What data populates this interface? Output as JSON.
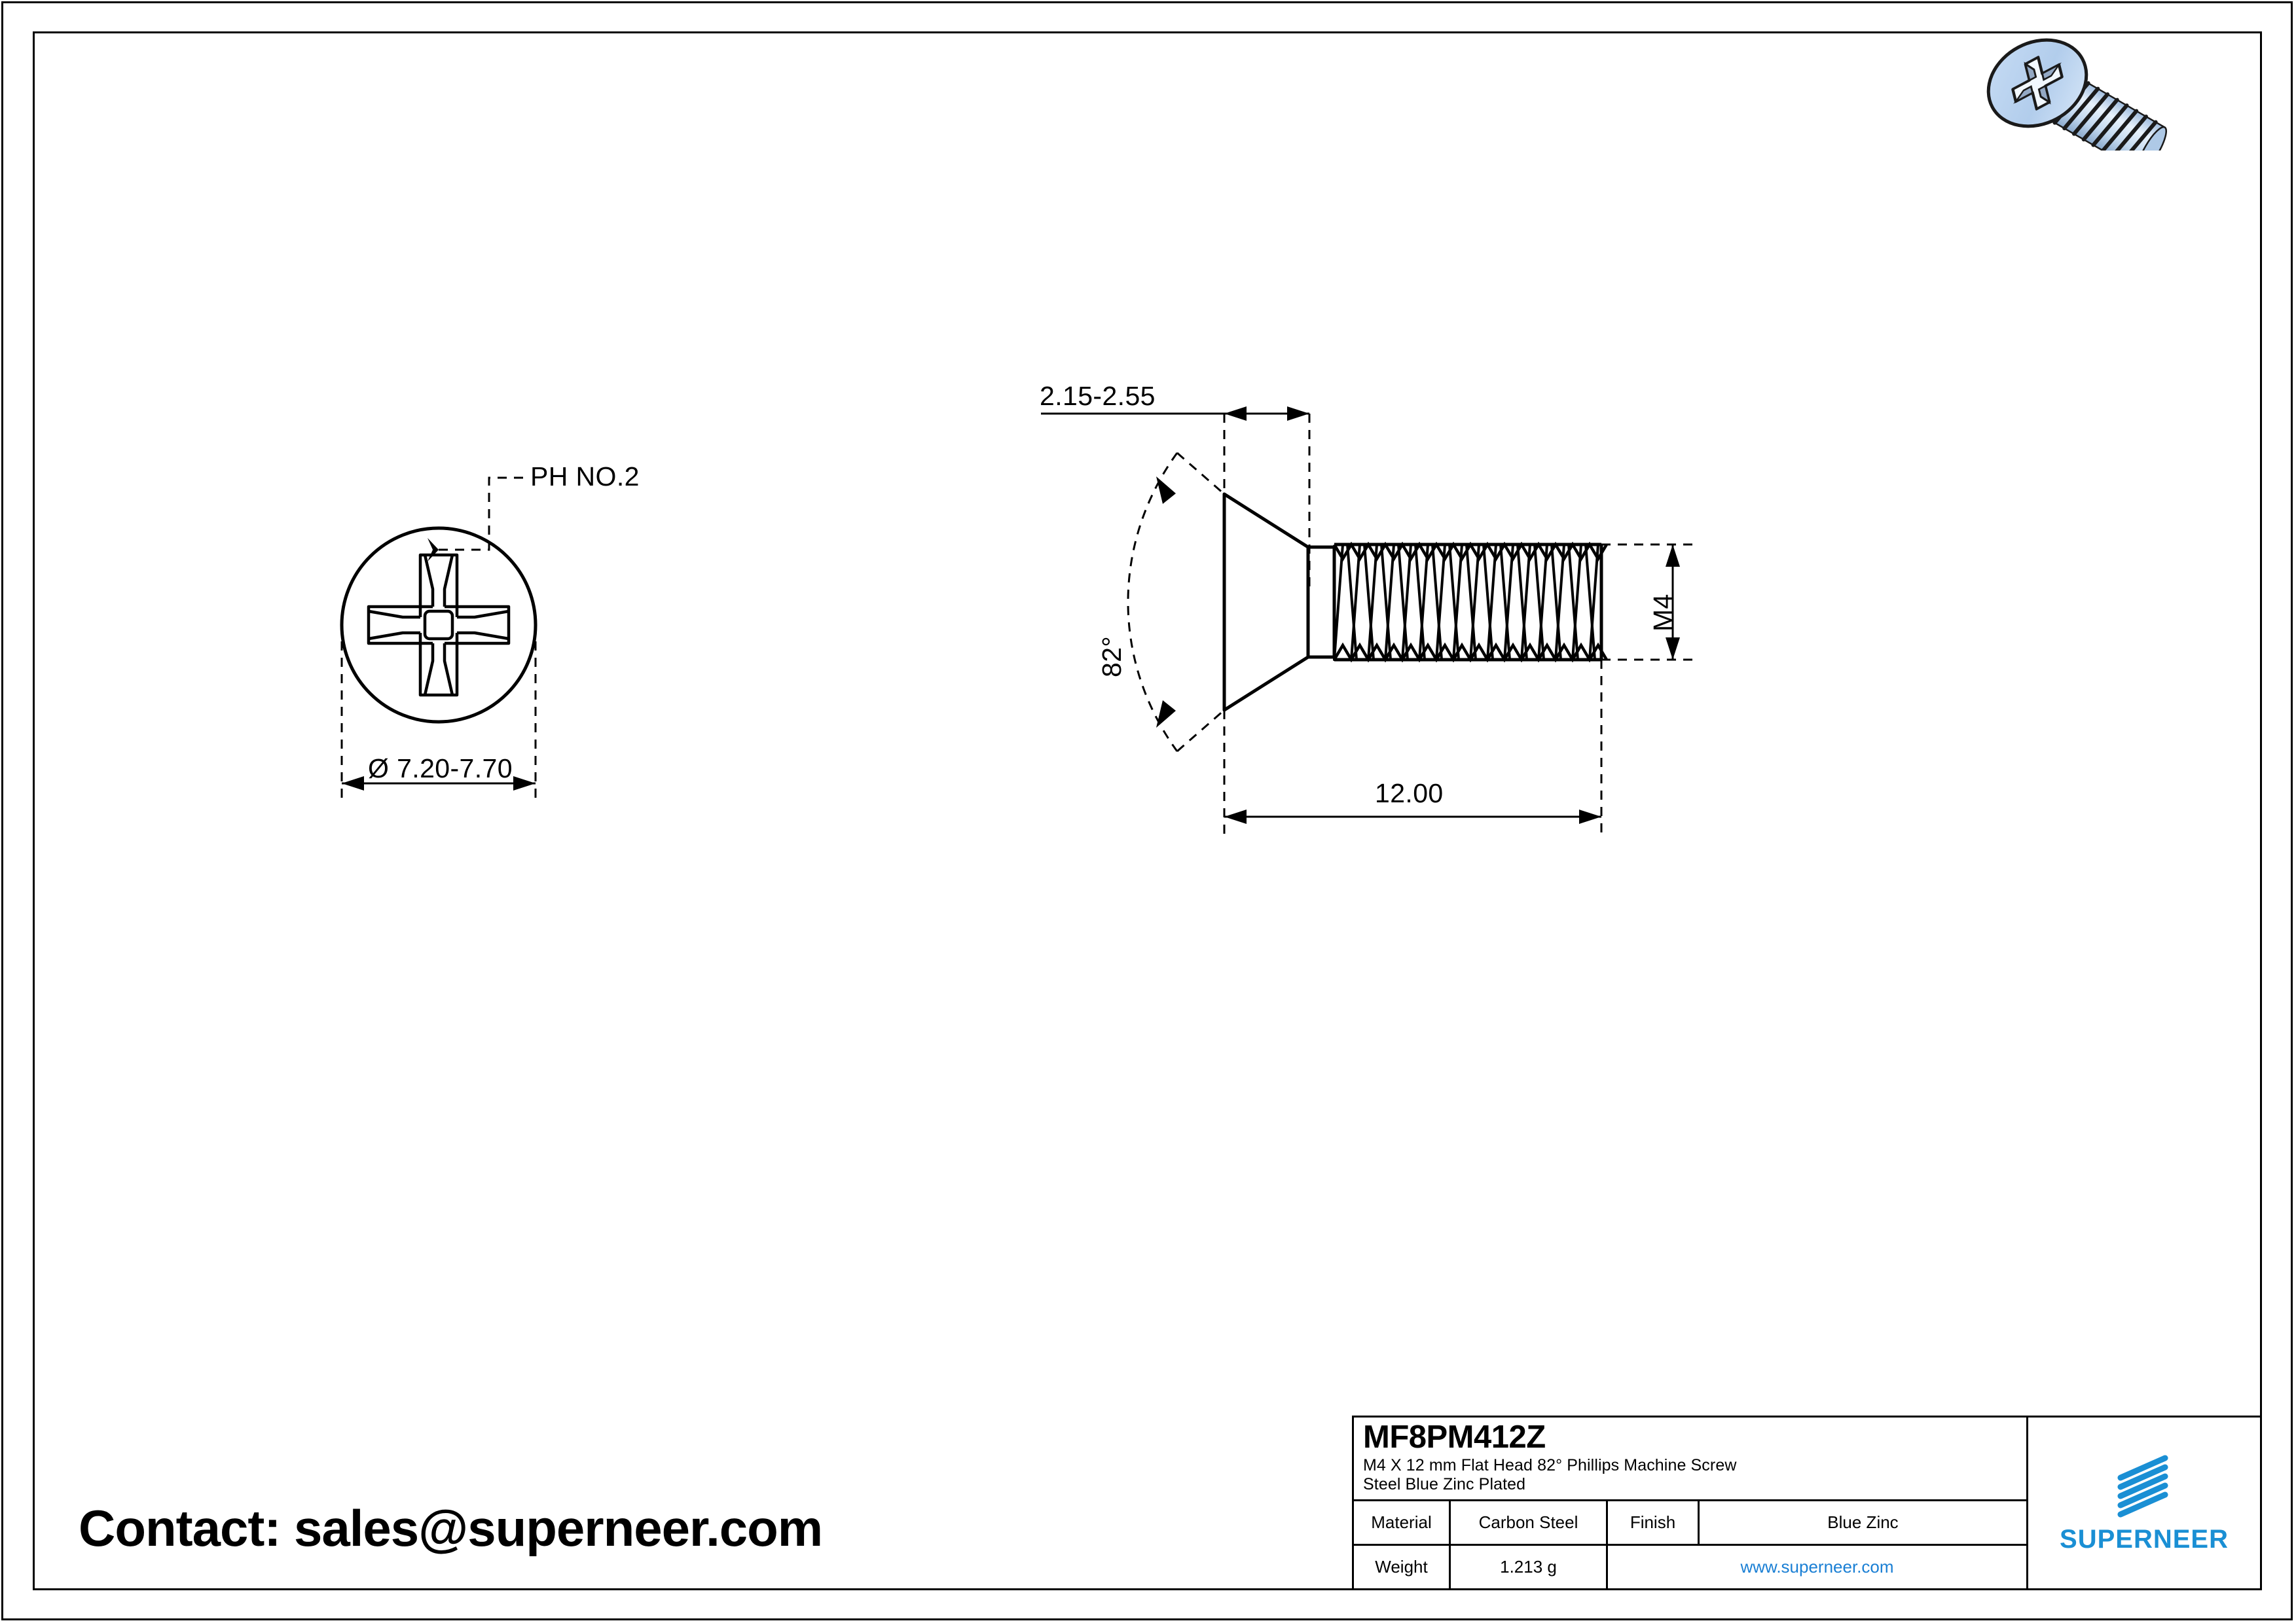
{
  "sheet": {
    "contact": "Contact: sales@superneer.com"
  },
  "front_view": {
    "callout_drive": "PH NO.2",
    "dim_head_diameter": "Ø 7.20-7.70"
  },
  "side_view": {
    "dim_head_height": "2.15-2.55",
    "dim_head_angle": "82°",
    "dim_thread_size": "M4",
    "dim_length": "12.00"
  },
  "title_block": {
    "part_number": "MF8PM412Z",
    "description_line1": "M4 X 12 mm  Flat Head 82° Phillips Machine Screw",
    "description_line2": "Steel Blue Zinc Plated",
    "material_label": "Material",
    "material_value": "Carbon Steel",
    "finish_label": "Finish",
    "finish_value": "Blue Zinc",
    "weight_label": "Weight",
    "weight_value": "1.213 g",
    "website": "www.superneer.com",
    "brand_name": "SUPERNEER",
    "brand_color": "#1a8fd4",
    "link_color": "#1a7fd4"
  },
  "iso_render": {
    "head_fill": "#b9d2ef",
    "body_fill": "#cfe2f6",
    "outline": "#1a1a1a"
  }
}
